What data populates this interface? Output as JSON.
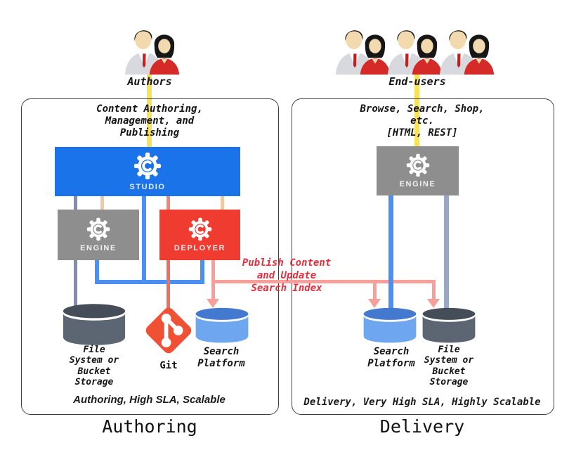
{
  "left": {
    "actor_label": "Authors",
    "flow_caption": "Content Authoring,\nManagement, and\nPublishing",
    "studio_label": "STUDIO",
    "engine_label": "ENGINE",
    "deployer_label": "DEPLOYER",
    "git_label": "Git",
    "storage_label": "File\nSystem or\nBucket\nStorage",
    "search_label": "Search\nPlatform",
    "footer": "Authoring, High SLA, Scalable",
    "caption": "Authoring"
  },
  "right": {
    "actor_label": "End-users",
    "flow_caption": "Browse, Search, Shop,\netc.\n[HTML, REST]",
    "engine_label": "ENGINE",
    "search_label": "Search\nPlatform",
    "storage_label": "File\nSystem or\nBucket\nStorage",
    "footer": "Delivery, Very High SLA, Highly Scalable",
    "caption": "Delivery"
  },
  "publish": {
    "note": "Publish Content\nand Update\nSearch Index"
  },
  "colors": {
    "studio_blue": "#1A73E8",
    "engine_gray": "#8E8E8E",
    "deployer_red": "#EF3B30",
    "git_red": "#F05033",
    "flow_yellow": "#F7E35B",
    "link_blue": "#4A90F2",
    "link_slate": "#7E8EAB",
    "link_slate_light": "#9AA8C2",
    "link_peach": "#F2C89E",
    "link_salmon": "#EC6F61",
    "publish_pink": "#F79F98",
    "publish_text": "#E62E3E",
    "cylinder_blue": "#6EA7F0",
    "cylinder_gray": "#5C6673"
  }
}
